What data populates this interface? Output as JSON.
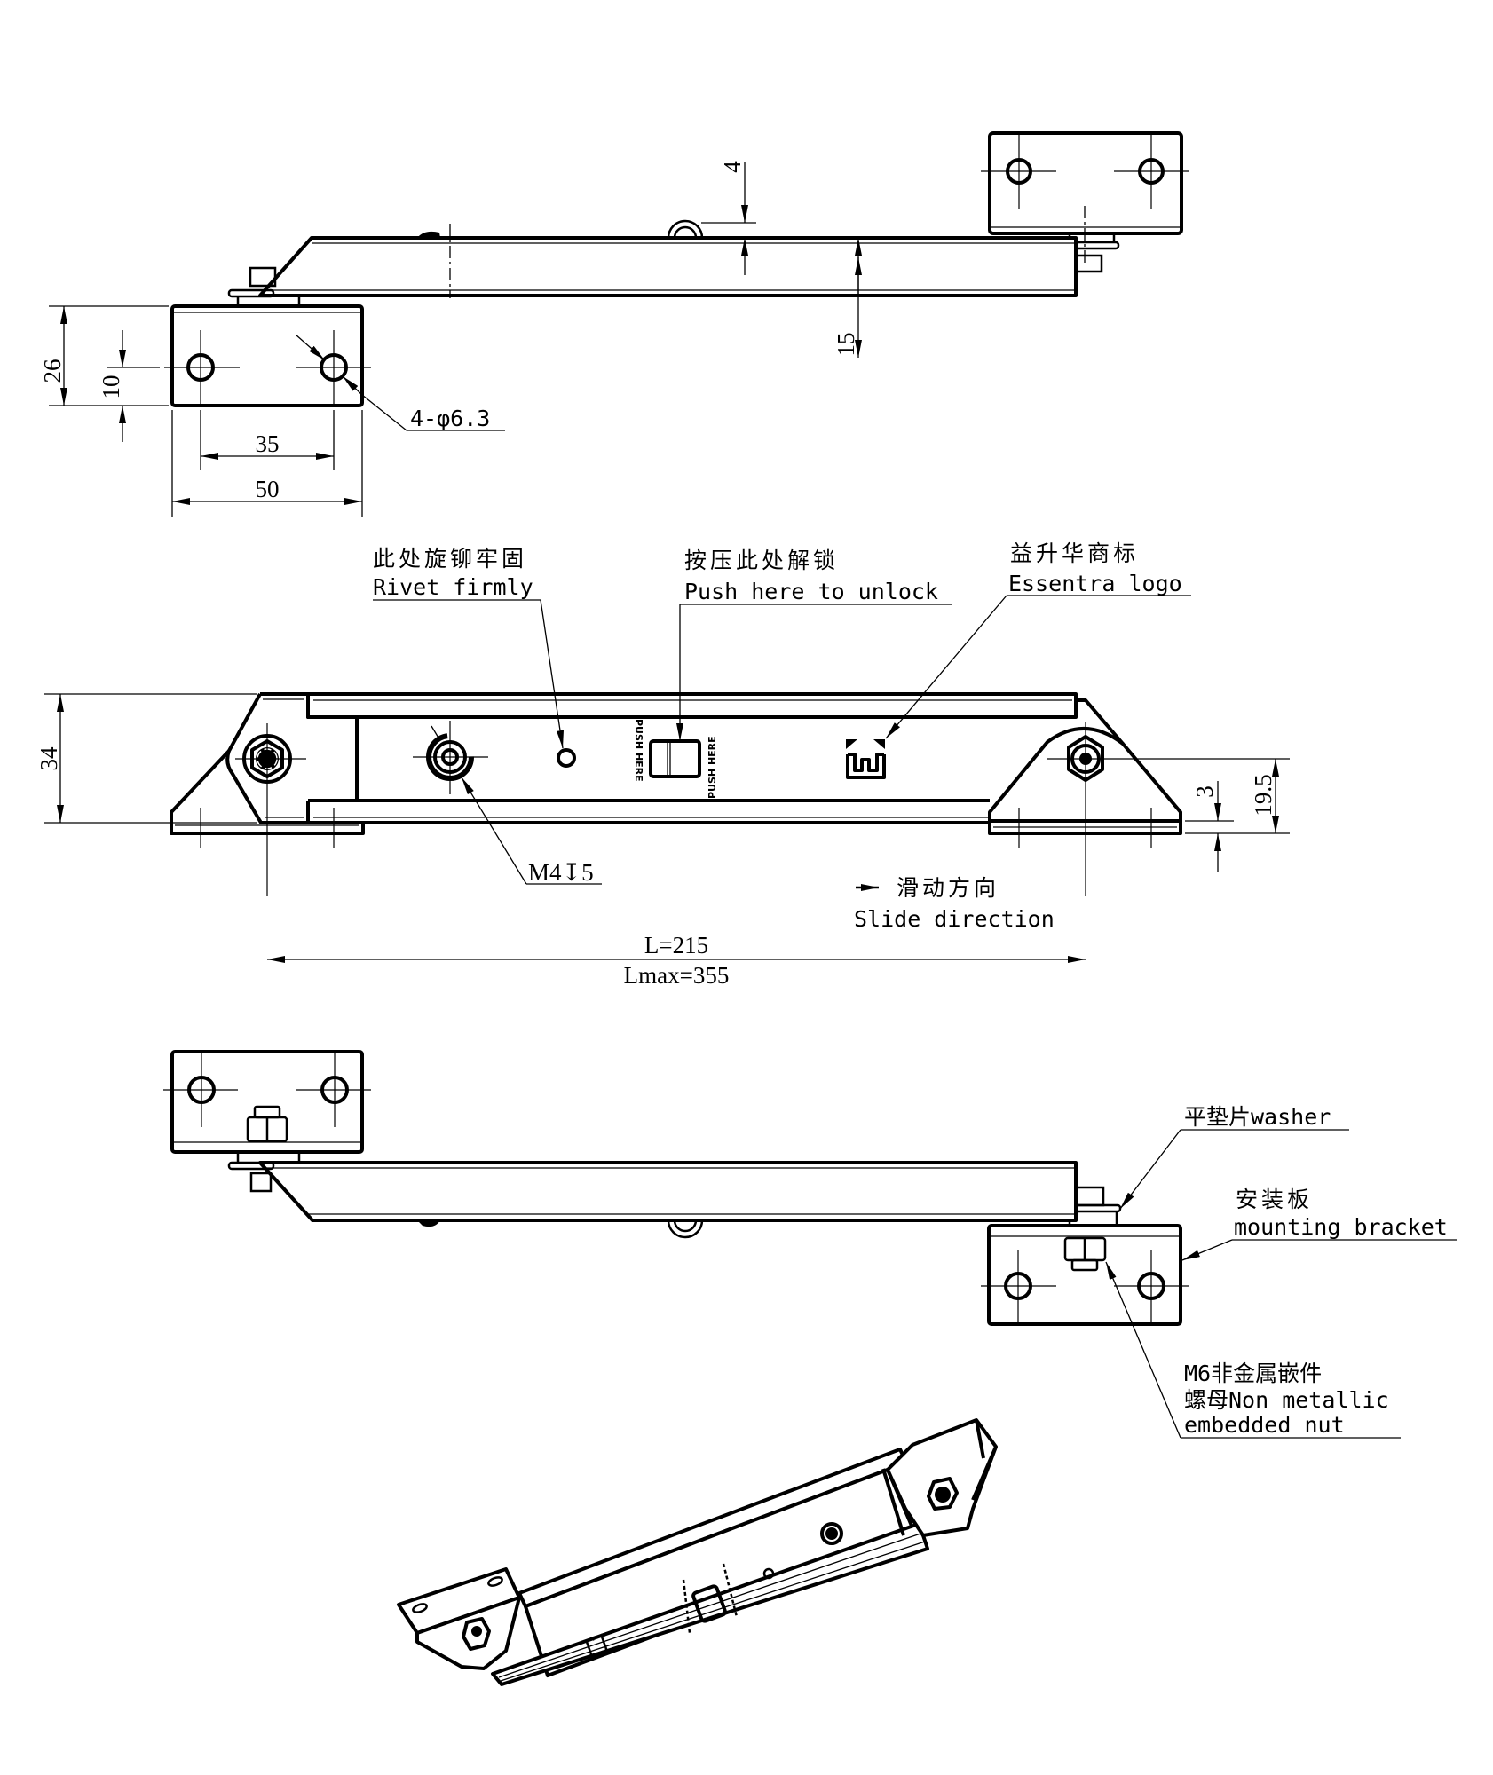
{
  "drawing": {
    "top_view": {
      "dimensions": {
        "bracket_height": "26",
        "hole_offset": "10",
        "hole_spacing": "35",
        "bracket_width": "50",
        "holes": "4-φ6.3",
        "rivet_height": "4",
        "bar_height": "15"
      }
    },
    "front_view": {
      "callouts": {
        "rivet": {
          "cn": "此处旋铆牢固",
          "en": "Rivet firmly"
        },
        "push": {
          "cn": "按压此处解锁",
          "en": "Push here to unlock"
        },
        "logo": {
          "cn": "益升华商标",
          "en": "Essentra logo"
        },
        "thread": "M4↧5",
        "slide": {
          "cn": "滑动方向",
          "en": "Slide direction"
        }
      },
      "stamp_text": "PUSH HERE",
      "dimensions": {
        "height": "34",
        "pivot_offset": "3",
        "pivot_height": "19.5",
        "length": "L=215",
        "length_max": "Lmax=355"
      }
    },
    "bottom_view": {
      "callouts": {
        "washer": "平垫片washer",
        "bracket_cn": "安装板",
        "bracket_en": "mounting bracket",
        "nut_line1": "M6非金属嵌件",
        "nut_line2": "螺母Non metallic",
        "nut_line3": "embedded nut"
      }
    },
    "line_color": "#000000",
    "background": "#ffffff"
  }
}
